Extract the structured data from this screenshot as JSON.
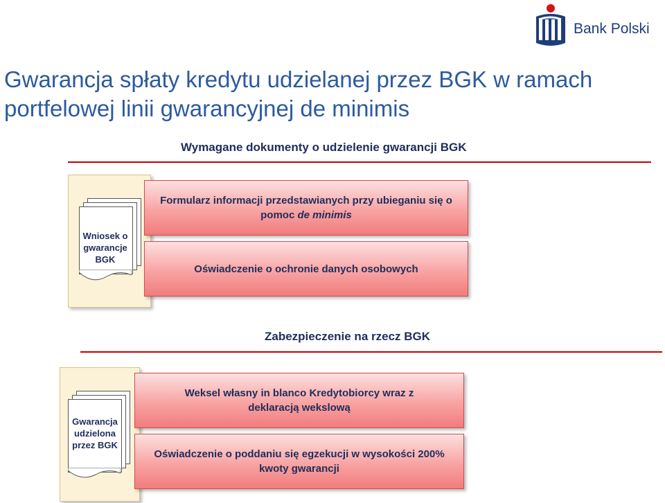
{
  "brand": {
    "name": "Bank Polski",
    "colors": {
      "red": "#d6121c",
      "navy": "#1f3d7a"
    }
  },
  "title": "Gwarancja spłaty kredytu udzielanej przez BGK w ramach portfelowej linii gwarancyjnej de minimis",
  "sections": [
    {
      "heading": "Wymagane dokumenty o udzielenie gwarancji  BGK",
      "doc_icon_label": "Wniosek o gwarancje BGK",
      "items": [
        {
          "text_before": "Formularz informacji przedstawianych przy ubieganiu się o pomoc ",
          "text_italic": "de minimis"
        },
        {
          "text": "Oświadczenie o ochronie danych osobowych"
        }
      ]
    },
    {
      "heading": "Zabezpieczenie na rzecz BGK",
      "doc_icon_label": "Gwarancja udzielona przez BGK",
      "items": [
        {
          "text": "Weksel własny in blanco Kredytobiorcy wraz z deklaracją wekslową"
        },
        {
          "text": "Oświadczenie o poddaniu się egzekucji  w wysokości 200% kwoty gwarancji"
        }
      ]
    }
  ]
}
